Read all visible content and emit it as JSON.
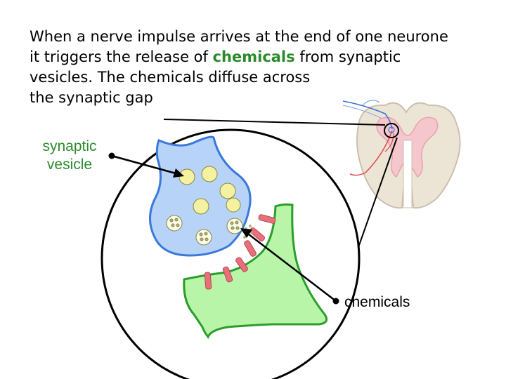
{
  "intro": {
    "line1": "When a nerve impulse arrives at the end of one neurone",
    "line2_before": "it triggers the release of ",
    "line2_highlight": "chemicals",
    "line2_after": " from synaptic",
    "line3": "vesicles. The chemicals diffuse across",
    "line4": "the synaptic gap"
  },
  "labels": {
    "vesicle_line1": "synaptic",
    "vesicle_line2": "vesicle",
    "chemicals": "chemicals"
  },
  "colors": {
    "vesicle_label": "#2e8b2e",
    "highlight": "#2a8a2a",
    "presynaptic_fill": "#b7d3f7",
    "postsynaptic_fill": "#b8f5a8",
    "receptor": "#e8707a",
    "vesicle_fill": "#f4f2a0"
  }
}
